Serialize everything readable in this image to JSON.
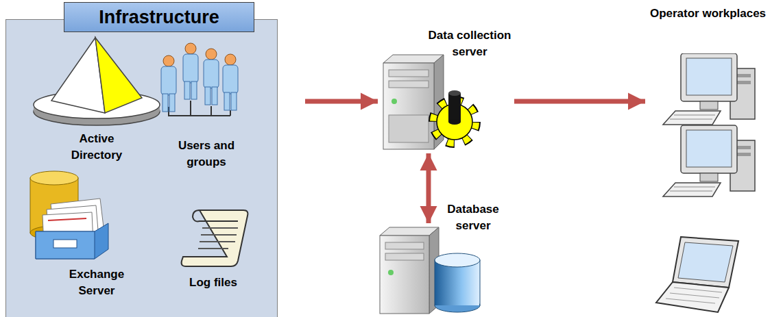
{
  "diagram": {
    "nodes": [
      {
        "text": [
          "Infrastructure"
        ]
      },
      {
        "text": [
          "Active Directory"
        ],
        "in": 0
      },
      {
        "text": [
          "Users and groups"
        ],
        "in": 0
      },
      {
        "text": [
          "Exchange Server"
        ],
        "in": 0
      },
      {
        "text": [
          "Log files"
        ],
        "in": 0
      },
      {
        "text": [
          "Data collection server"
        ]
      },
      {
        "text": [
          "Database server"
        ]
      },
      {
        "text": [
          "Operator workplaces"
        ]
      }
    ],
    "edges": [
      {
        "from": 0,
        "to": 5,
        "arrow": "to"
      },
      {
        "from": 5,
        "to": 6,
        "arrow": "both"
      },
      {
        "from": 6,
        "to": 7,
        "arrow": "to"
      }
    ]
  }
}
